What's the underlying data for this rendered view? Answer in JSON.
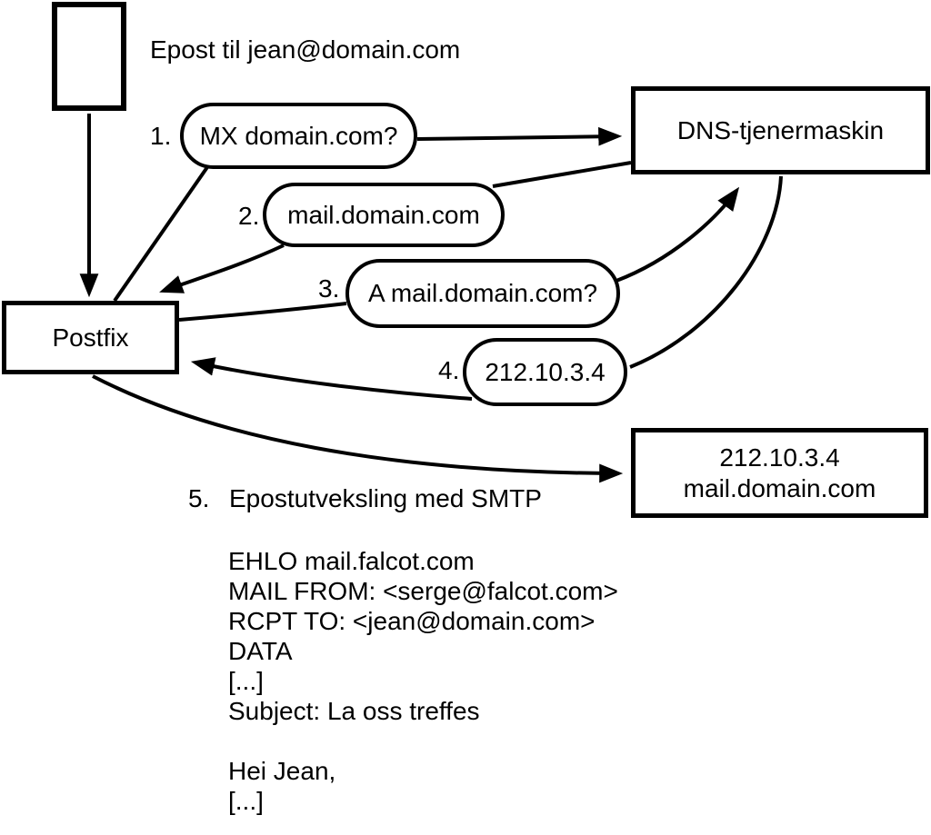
{
  "diagram": {
    "title": "Epost til jean@domain.com",
    "ink_color": "#000000",
    "background_color": "#ffffff",
    "nodes": {
      "postfix": {
        "label": "Postfix"
      },
      "dns": {
        "label": "DNS-tjenermaskin"
      },
      "mailserver": {
        "line1": "212.10.3.4",
        "line2": "mail.domain.com"
      }
    },
    "messages": [
      {
        "num": "1.",
        "label": "MX domain.com?"
      },
      {
        "num": "2.",
        "label": "mail.domain.com"
      },
      {
        "num": "3.",
        "label": "A mail.domain.com?"
      },
      {
        "num": "4.",
        "label": "212.10.3.4"
      }
    ],
    "step5": {
      "num": "5.",
      "label": "Epostutveksling med SMTP"
    },
    "smtp_session": [
      "EHLO mail.falcot.com",
      "MAIL FROM: <serge@falcot.com>",
      "RCPT TO: <jean@domain.com>",
      "DATA",
      "[...]",
      "Subject: La oss treffes",
      "",
      "Hei Jean,",
      "[...]",
      "."
    ]
  }
}
